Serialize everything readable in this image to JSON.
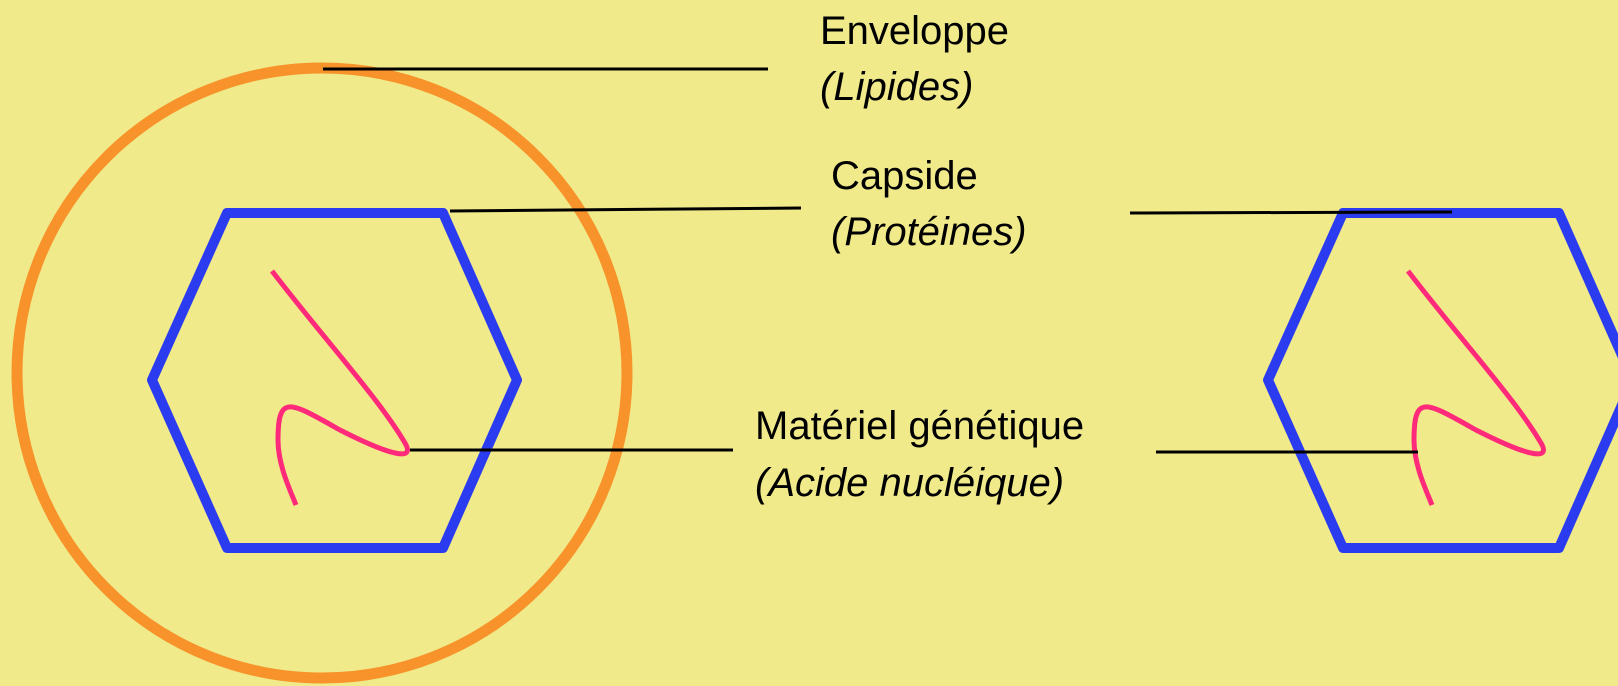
{
  "colors": {
    "background": "#f0ea8b",
    "envelope": "#f7932a",
    "capsid": "#2b3cf0",
    "genetic_material": "#ff2a7a",
    "leader_lines": "#000000"
  },
  "labels": {
    "envelope": {
      "name": "Enveloppe",
      "composition": "(Lipides)"
    },
    "capsid": {
      "name": "Capside",
      "composition": "(Protéines)"
    },
    "genetic_material": {
      "name": "Matériel génétique",
      "composition": "(Acide nucléique)"
    }
  },
  "viruses": [
    {
      "id": "enveloped-virus",
      "has_envelope": true
    },
    {
      "id": "naked-virus",
      "has_envelope": false
    }
  ]
}
